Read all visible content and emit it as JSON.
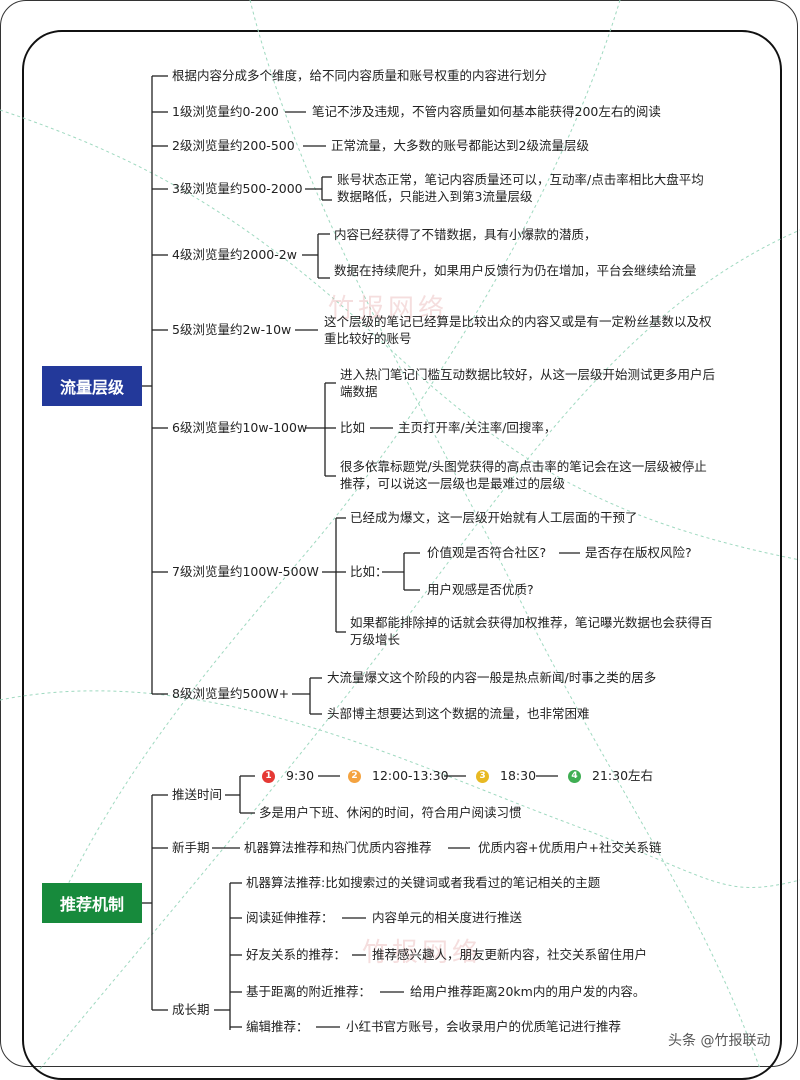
{
  "traffic": {
    "root_label": "流量层级",
    "intro": "根据内容分成多个维度，给不同内容质量和账号权重的内容进行划分",
    "l1": {
      "label": "1级浏览量约0-200",
      "desc": "笔记不涉及违规，不管内容质量如何基本能获得200左右的阅读"
    },
    "l2": {
      "label": "2级浏览量约200-500",
      "desc": "正常流量，大多数的账号都能达到2级流量层级"
    },
    "l3": {
      "label": "3级浏览量约500-2000",
      "desc": "账号状态正常，笔记内容质量还可以，互动率/点击率相比大盘平均数据略低，只能进入到第3流量层级"
    },
    "l4": {
      "label": "4级浏览量约2000-2w",
      "desc1": "内容已经获得了不错数据，具有小爆款的潜质，",
      "desc2": "数据在持续爬升，如果用户反馈行为仍在增加，平台会继续给流量"
    },
    "l5": {
      "label": "5级浏览量约2w-10w",
      "desc": "这个层级的笔记已经算是比较出众的内容又或是有一定粉丝基数以及权重比较好的账号"
    },
    "l6": {
      "label": "6级浏览量约10w-100w",
      "desc1": "进入热门笔记门槛互动数据比较好，从这一层级开始测试更多用户后端数据",
      "eg_label": "比如",
      "eg": "主页打开率/关注率/回搜率，",
      "desc3": "很多依靠标题党/头图党获得的高点击率的笔记会在这一层级被停止推荐，可以说这一层级也是最难过的层级"
    },
    "l7": {
      "label": "7级浏览量约100W-500W",
      "desc1": "已经成为爆文，这一层级开始就有人工层面的干预了",
      "eg_label": "比如：",
      "q1": "价值观是否符合社区?",
      "q2": "是否存在版权风险?",
      "q3": "用户观感是否优质?",
      "desc3": "如果都能排除掉的话就会获得加权推荐，笔记曝光数据也会获得百万级增长"
    },
    "l8": {
      "label": "8级浏览量约500W+",
      "desc1": "大流量爆文这个阶段的内容一般是热点新闻/时事之类的居多",
      "desc2": "头部博主想要达到这个数据的流量，也非常困难"
    }
  },
  "recommend": {
    "root_label": "推荐机制",
    "push_time": {
      "label": "推送时间",
      "slots": [
        {
          "num": "1",
          "time": "9:30",
          "color": "#e53935"
        },
        {
          "num": "2",
          "time": "12:00-13:30",
          "color": "#f4a340"
        },
        {
          "num": "3",
          "time": "18:30",
          "color": "#e8b923"
        },
        {
          "num": "4",
          "time": "21:30左右",
          "color": "#3fae53"
        }
      ],
      "note": "多是用户下班、休闲的时间，符合用户阅读习惯"
    },
    "newbie": {
      "label": "新手期",
      "desc1": "机器算法推荐和热门优质内容推荐",
      "desc2": "优质内容+优质用户+社交关系链"
    },
    "growth": {
      "label": "成长期",
      "g1": "机器算法推荐:比如搜索过的关键词或者我看过的笔记相关的主题",
      "g2_label": "阅读延伸推荐：",
      "g2": "内容单元的相关度进行推送",
      "g3_label": "好友关系的推荐：",
      "g3": "推荐感兴趣人，朋友更新内容，社交关系留住用户",
      "g4_label": "基于距离的附近推荐：",
      "g4": "给用户推荐距离20km内的用户发的内容。",
      "g5_label": "编辑推荐：",
      "g5": "小红书官方账号，会收录用户的优质笔记进行推荐"
    }
  },
  "watermark": "竹报网络",
  "credit": "头条 @竹报联动"
}
